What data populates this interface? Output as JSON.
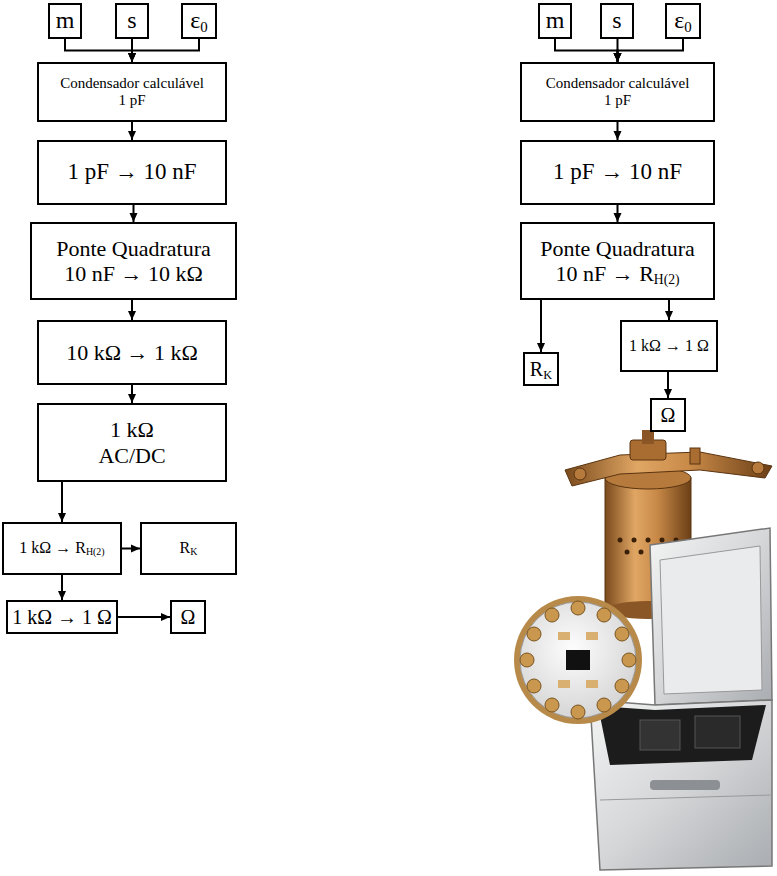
{
  "diagram": {
    "nodes": [
      {
        "text": [
          "m"
        ]
      },
      {
        "text": [
          "s"
        ]
      },
      {
        "text": [
          "ε0"
        ]
      },
      {
        "text": [
          "Condensador calculável",
          "1 pF"
        ]
      },
      {
        "text": [
          "1 pF → 10 nF"
        ]
      },
      {
        "text": [
          "Ponte Quadratura",
          "10 nF → 10 kΩ"
        ]
      },
      {
        "text": [
          "10 kΩ → 1 kΩ"
        ]
      },
      {
        "text": [
          "1 kΩ",
          "AC/DC"
        ]
      },
      {
        "text": [
          "1 kΩ → RH(2)"
        ]
      },
      {
        "text": [
          "RK"
        ]
      },
      {
        "text": [
          "1 kΩ → 1 Ω"
        ]
      },
      {
        "text": [
          "Ω"
        ]
      },
      {
        "text": [
          "m"
        ]
      },
      {
        "text": [
          "s"
        ]
      },
      {
        "text": [
          "ε0"
        ]
      },
      {
        "text": [
          "Condensador calculável",
          "1 pF"
        ]
      },
      {
        "text": [
          "1 pF → 10 nF"
        ]
      },
      {
        "text": [
          "Ponte Quadratura",
          "10 nF → RH(2)"
        ]
      },
      {
        "text": [
          "RK"
        ]
      },
      {
        "text": [
          "1 kΩ → 1 Ω"
        ]
      },
      {
        "text": [
          "Ω"
        ]
      }
    ],
    "edges": [
      {
        "from": 0,
        "to": 3,
        "arrow": "to"
      },
      {
        "from": 1,
        "to": 3,
        "arrow": "to"
      },
      {
        "from": 2,
        "to": 3,
        "arrow": "to"
      },
      {
        "from": 3,
        "to": 4,
        "arrow": "to"
      },
      {
        "from": 4,
        "to": 5,
        "arrow": "to"
      },
      {
        "from": 5,
        "to": 6,
        "arrow": "to"
      },
      {
        "from": 6,
        "to": 7,
        "arrow": "to"
      },
      {
        "from": 7,
        "to": 8,
        "arrow": "to"
      },
      {
        "from": 7,
        "to": 10,
        "arrow": "to"
      },
      {
        "from": 8,
        "to": 9,
        "arrow": "to"
      },
      {
        "from": 10,
        "to": 11,
        "arrow": "to"
      },
      {
        "from": 12,
        "to": 15,
        "arrow": "to"
      },
      {
        "from": 13,
        "to": 15,
        "arrow": "to"
      },
      {
        "from": 14,
        "to": 15,
        "arrow": "to"
      },
      {
        "from": 15,
        "to": 16,
        "arrow": "to"
      },
      {
        "from": 16,
        "to": 17,
        "arrow": "to"
      },
      {
        "from": 17,
        "to": 18,
        "arrow": "to"
      },
      {
        "from": 17,
        "to": 19,
        "arrow": "to"
      },
      {
        "from": 19,
        "to": 20,
        "arrow": "to"
      }
    ]
  }
}
